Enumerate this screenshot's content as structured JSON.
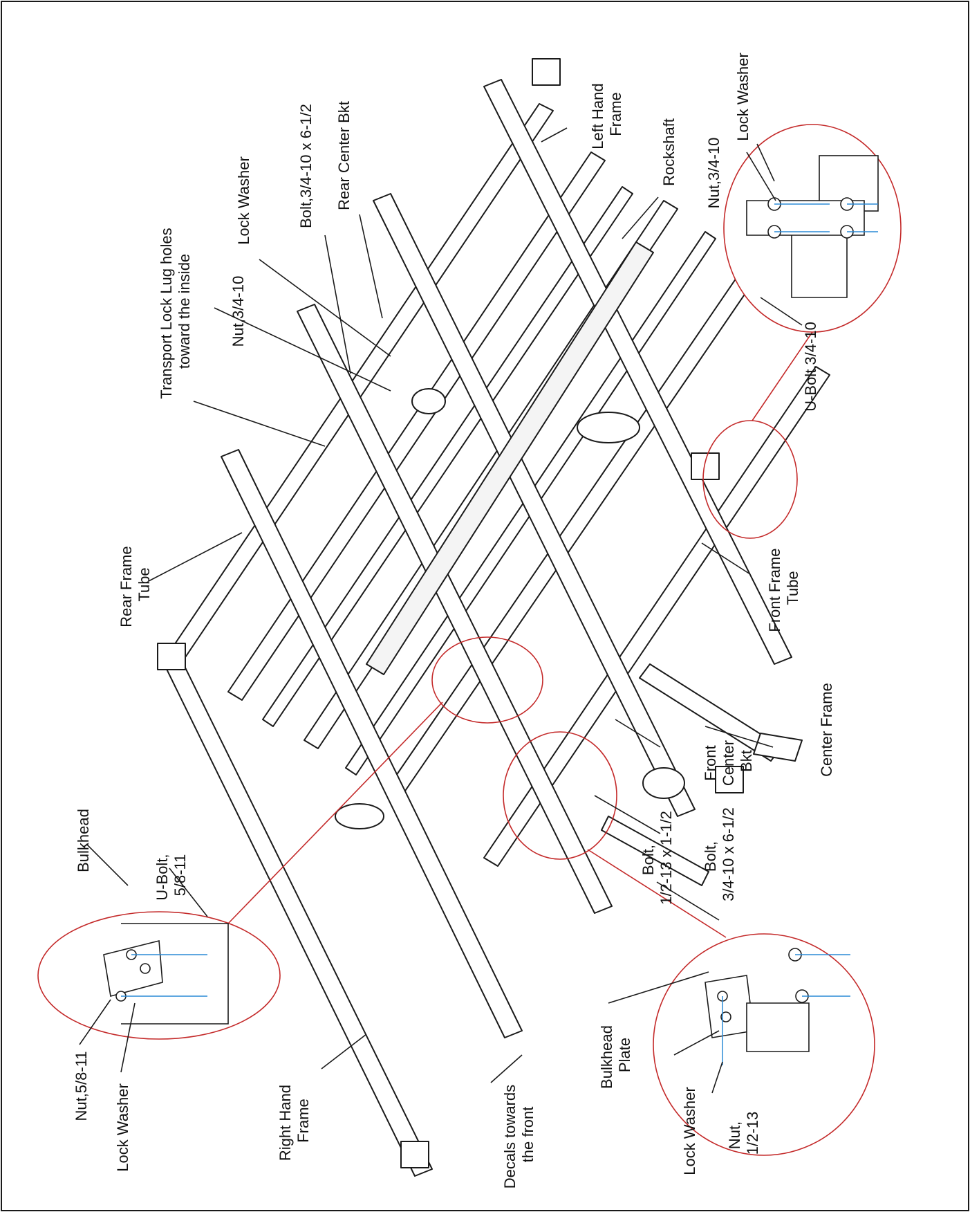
{
  "diagram": {
    "labels": {
      "left_hand_frame": [
        "Left Hand",
        "Frame"
      ],
      "rockshaft": [
        "Rockshaft"
      ],
      "lock_washer_top": [
        "Lock Washer"
      ],
      "nut_top": [
        "Nut,3/4-10"
      ],
      "rear_center_bkt": [
        "Rear Center Bkt"
      ],
      "bolt_top": [
        "Bolt,3/4-10 x 6-1/2"
      ],
      "lock_washer_mid": [
        "Lock Washer"
      ],
      "nut_mid": [
        "Nut,3/4-10"
      ],
      "transport_lock": [
        "Transport Lock Lug holes",
        "toward the inside"
      ],
      "u_bolt_right": [
        "U-Bolt,3/4-10"
      ],
      "rear_frame_tube": [
        "Rear Frame",
        "Tube"
      ],
      "front_frame_tube": [
        "Front Frame",
        "Tube"
      ],
      "center_frame": [
        "Center Frame"
      ],
      "front_center_bkt": [
        "Front",
        "Center",
        "Bkt"
      ],
      "bolt_bottom": [
        "Bolt,",
        "3/4-10 x 6-1/2"
      ],
      "bulkhead": [
        "Bulkhead"
      ],
      "u_bolt_left": [
        "U-Bolt,",
        "5/8-11"
      ],
      "nut_left": [
        "Nut,5/8-11"
      ],
      "lock_washer_left": [
        "Lock Washer"
      ],
      "right_hand_frame": [
        "Right Hand",
        "Frame"
      ],
      "decals": [
        "Decals towards",
        "the front"
      ],
      "bolt_plate": [
        "Bolt,",
        "1/2-13 x 1-1/2"
      ],
      "bulkhead_plate": [
        "Bulkhead",
        "Plate"
      ],
      "lock_washer_bottom": [
        "Lock Washer"
      ],
      "nut_bottom": [
        "Nut,",
        "1/2-13"
      ]
    }
  },
  "colors": {
    "line": "#1a1a1a",
    "callout_circle": "#c42a2a",
    "fastener_axis": "#2a8ad6",
    "background": "#ffffff"
  }
}
